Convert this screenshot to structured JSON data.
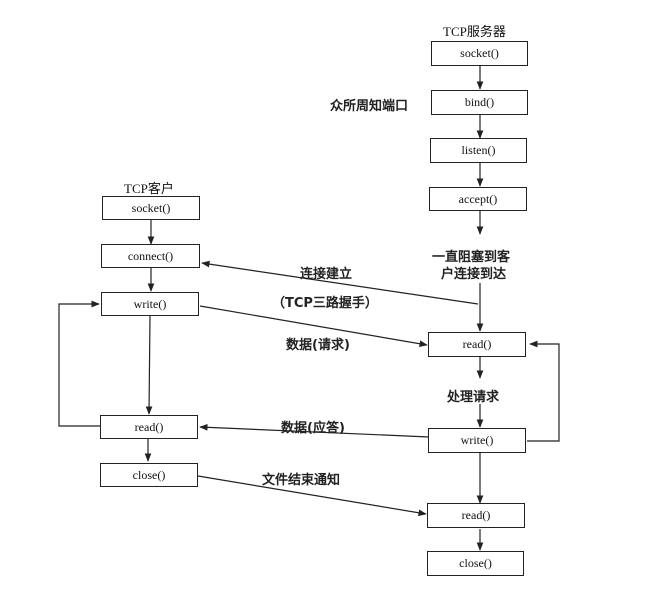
{
  "server": {
    "title": "TCP服务器",
    "boxes": {
      "socket": "socket()",
      "bind": "bind()",
      "listen": "listen()",
      "accept": "accept()",
      "read1": "read()",
      "write": "write()",
      "read2": "read()",
      "close": "close()"
    },
    "well_known_port": "众所周知端口",
    "block_note_line1": "一直阻塞到客",
    "block_note_line2": "户连接到达",
    "process_request": "处理请求"
  },
  "client": {
    "title": "TCP客户",
    "boxes": {
      "socket": "socket()",
      "connect": "connect()",
      "write": "write()",
      "read": "read()",
      "close": "close()"
    }
  },
  "messages": {
    "connection_established": "连接建立",
    "three_way_handshake": "（TCP三路握手）",
    "data_request": "数据(请求)",
    "data_reply": "数据(应答)",
    "eof_notification": "文件结束通知"
  }
}
